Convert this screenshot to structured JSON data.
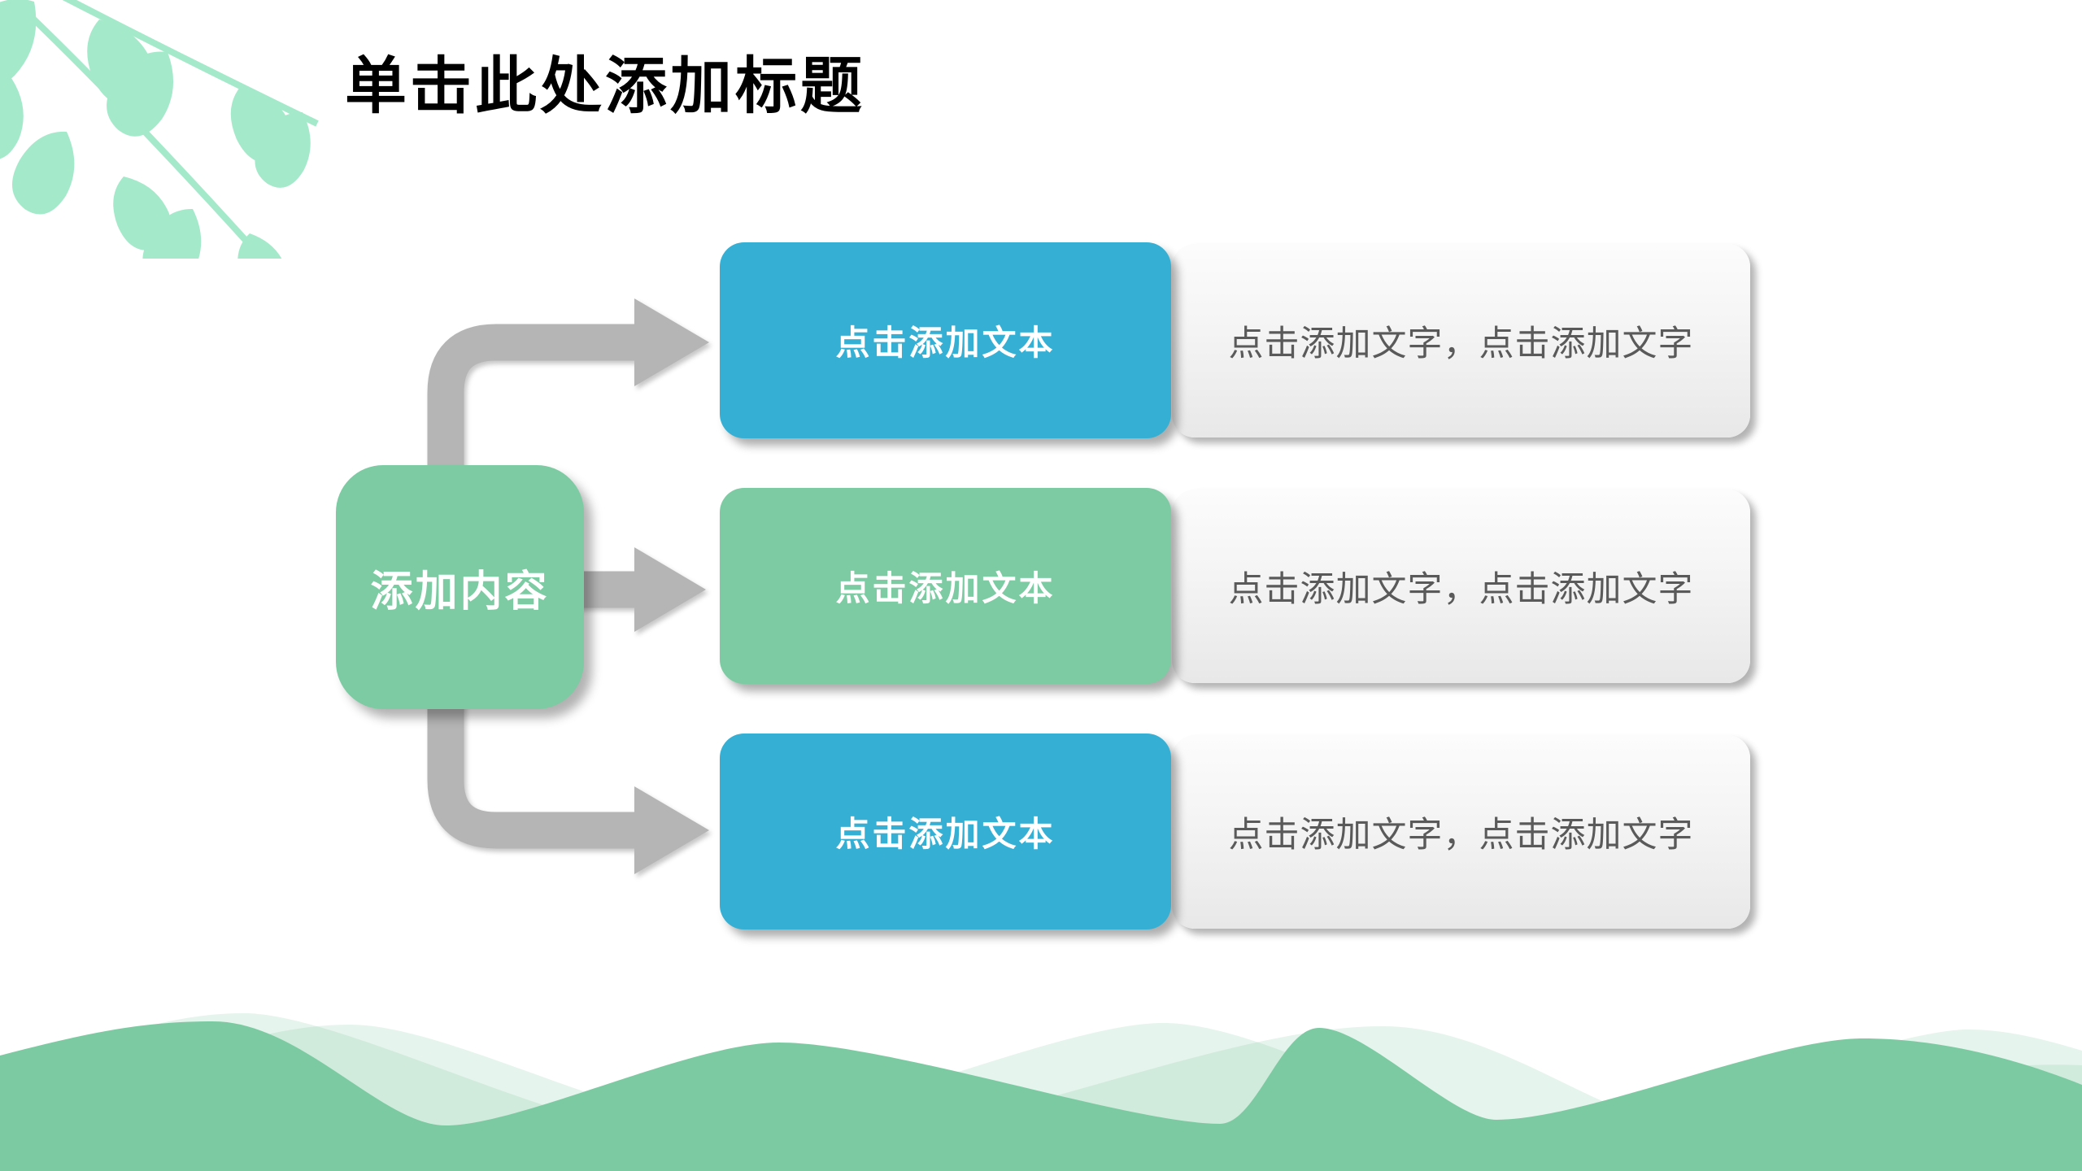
{
  "slide": {
    "title": "单击此处添加标题",
    "center_box": {
      "label": "添加内容",
      "color": "#7ccba3"
    },
    "rows": [
      {
        "box_label": "点击添加文本",
        "box_color": "#35b0d4",
        "description": "点击添加文字，点击添加文字"
      },
      {
        "box_label": "点击添加文本",
        "box_color": "#7ccba3",
        "description": "点击添加文字，点击添加文字"
      },
      {
        "box_label": "点击添加文本",
        "box_color": "#35b0d4",
        "description": "点击添加文字，点击添加文字"
      }
    ],
    "colors": {
      "accent_blue": "#35b0d4",
      "accent_green": "#7ccba3",
      "arrow_gray": "#b5b5b5",
      "description_text": "#5a5a5a",
      "title_text": "#000000",
      "wave_green": "#7ccaa2",
      "wave_light_green": "rgba(124,202,162,0.20)",
      "leaf_mint": "#a4e9ca",
      "background": "#ffffff"
    }
  }
}
